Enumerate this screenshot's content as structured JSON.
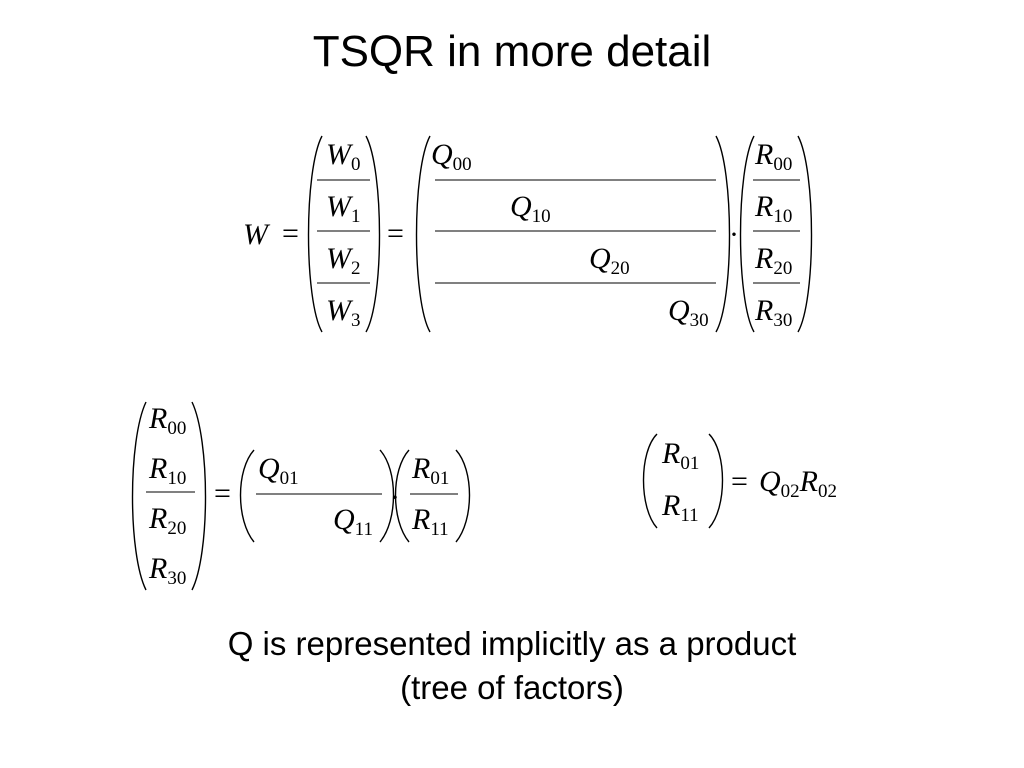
{
  "title": "TSQR in more detail",
  "equation1": {
    "lhs": {
      "var": "W"
    },
    "equals": "=",
    "w_blocks": [
      {
        "var": "W",
        "sub": "0"
      },
      {
        "var": "W",
        "sub": "1"
      },
      {
        "var": "W",
        "sub": "2"
      },
      {
        "var": "W",
        "sub": "3"
      }
    ],
    "q_blocks": [
      {
        "var": "Q",
        "sub": "00"
      },
      {
        "var": "Q",
        "sub": "10"
      },
      {
        "var": "Q",
        "sub": "20"
      },
      {
        "var": "Q",
        "sub": "30"
      }
    ],
    "dot": "·",
    "r_blocks": [
      {
        "var": "R",
        "sub": "00"
      },
      {
        "var": "R",
        "sub": "10"
      },
      {
        "var": "R",
        "sub": "20"
      },
      {
        "var": "R",
        "sub": "30"
      }
    ]
  },
  "equation2": {
    "equals": "=",
    "r_blocks": [
      {
        "var": "R",
        "sub": "00"
      },
      {
        "var": "R",
        "sub": "10"
      },
      {
        "var": "R",
        "sub": "20"
      },
      {
        "var": "R",
        "sub": "30"
      }
    ],
    "q_blocks": [
      {
        "var": "Q",
        "sub": "01"
      },
      {
        "var": "Q",
        "sub": "11"
      }
    ],
    "dot": "·",
    "r_out": [
      {
        "var": "R",
        "sub": "01"
      },
      {
        "var": "R",
        "sub": "11"
      }
    ]
  },
  "equation3": {
    "equals": "=",
    "r_blocks": [
      {
        "var": "R",
        "sub": "01"
      },
      {
        "var": "R",
        "sub": "11"
      }
    ],
    "q": {
      "var": "Q",
      "sub": "02"
    },
    "r": {
      "var": "R",
      "sub": "02"
    }
  },
  "caption": {
    "line1": "Q is represented implicitly as a product",
    "line2": "(tree of factors)"
  }
}
